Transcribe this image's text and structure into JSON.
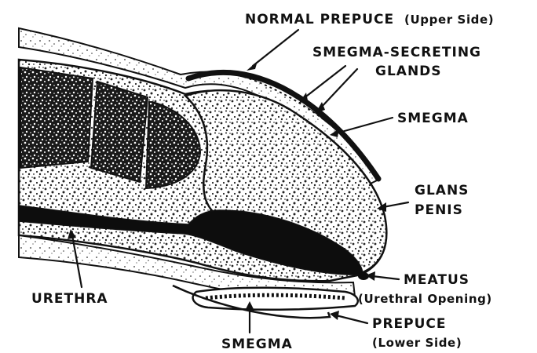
{
  "labels": {
    "normal_prepuce": "NORMAL PREPUCE",
    "normal_prepuce_side": "(Upper Side)",
    "smegma_secreting": "SMEGMA-SECRETING",
    "glands": "GLANDS",
    "smegma_upper": "SMEGMA",
    "glans": "GLANS",
    "penis": "PENIS",
    "meatus": "MEATUS",
    "meatus_sub": "(Urethral Opening)",
    "prepuce": "PREPUCE",
    "prepuce_side": "(Lower Side)",
    "smegma_lower": "SMEGMA",
    "urethra": "URETHRA"
  },
  "colors": {
    "ink": "#111111",
    "paper": "#ffffff"
  }
}
